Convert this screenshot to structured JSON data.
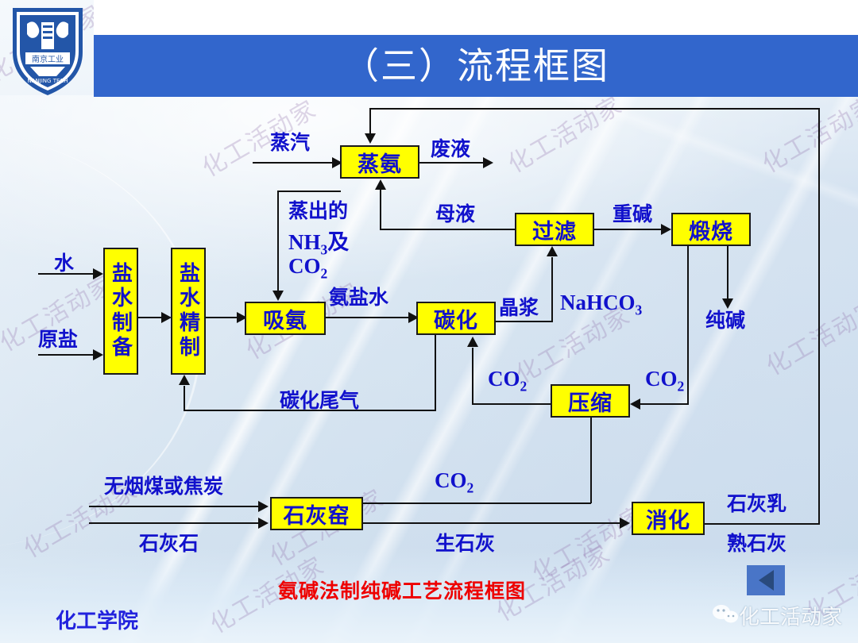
{
  "slide": {
    "title": "（三）流程框图",
    "caption": "氨碱法制纯碱工艺流程框图",
    "college": "化工学院",
    "logo_name": "nanjing-tech-university-crest",
    "colors": {
      "header_bar": "#3266cc",
      "box_fill": "#ffff00",
      "box_border": "#1a1a1a",
      "label_blue": "#1111cc",
      "caption_red": "#ee0000"
    }
  },
  "watermark": {
    "text": "化工活动家",
    "wechat_text": "化工活动家"
  },
  "flow": {
    "boxes": [
      {
        "id": "brine_prep",
        "label": "盐水制备",
        "orientation": "vertical"
      },
      {
        "id": "brine_refine",
        "label": "盐水精制",
        "orientation": "vertical"
      },
      {
        "id": "ammonia_abs",
        "label": "吸氨",
        "orientation": "horizontal"
      },
      {
        "id": "carbonation",
        "label": "碳化",
        "orientation": "horizontal"
      },
      {
        "id": "filtration",
        "label": "过滤",
        "orientation": "horizontal"
      },
      {
        "id": "calcination",
        "label": "煅烧",
        "orientation": "horizontal"
      },
      {
        "id": "ammonia_still",
        "label": "蒸氨",
        "orientation": "horizontal"
      },
      {
        "id": "compression",
        "label": "压缩",
        "orientation": "horizontal"
      },
      {
        "id": "lime_kiln",
        "label": "石灰窑",
        "orientation": "horizontal"
      },
      {
        "id": "slaking",
        "label": "消化",
        "orientation": "horizontal"
      }
    ],
    "stream_labels": [
      {
        "id": "water",
        "text": "水"
      },
      {
        "id": "raw_salt",
        "text": "原盐"
      },
      {
        "id": "steam",
        "text": "蒸汽"
      },
      {
        "id": "waste_liquor",
        "text": "废液"
      },
      {
        "id": "mother_liquor",
        "text": "母液"
      },
      {
        "id": "heavy_alkali",
        "text": "重碱"
      },
      {
        "id": "distilled_gas",
        "text": "蒸出的"
      },
      {
        "id": "distilled_nh3",
        "text": "NH3及"
      },
      {
        "id": "distilled_co2",
        "text": "CO2"
      },
      {
        "id": "ammoniated_brine",
        "text": "氨盐水"
      },
      {
        "id": "crystal_slurry",
        "text": "晶浆"
      },
      {
        "id": "nahco3",
        "text": "NaHCO3"
      },
      {
        "id": "soda_ash",
        "text": "纯碱"
      },
      {
        "id": "tail_gas",
        "text": "碳化尾气"
      },
      {
        "id": "co2_to_carb",
        "text": "CO2"
      },
      {
        "id": "co2_from_calc",
        "text": "CO2"
      },
      {
        "id": "co2_from_kiln",
        "text": "CO2"
      },
      {
        "id": "anthracite",
        "text": "无烟煤或焦炭"
      },
      {
        "id": "limestone",
        "text": "石灰石"
      },
      {
        "id": "quicklime",
        "text": "生石灰"
      },
      {
        "id": "lime_milk",
        "text": "石灰乳"
      },
      {
        "id": "slaked_lime",
        "text": "熟石灰"
      }
    ]
  }
}
